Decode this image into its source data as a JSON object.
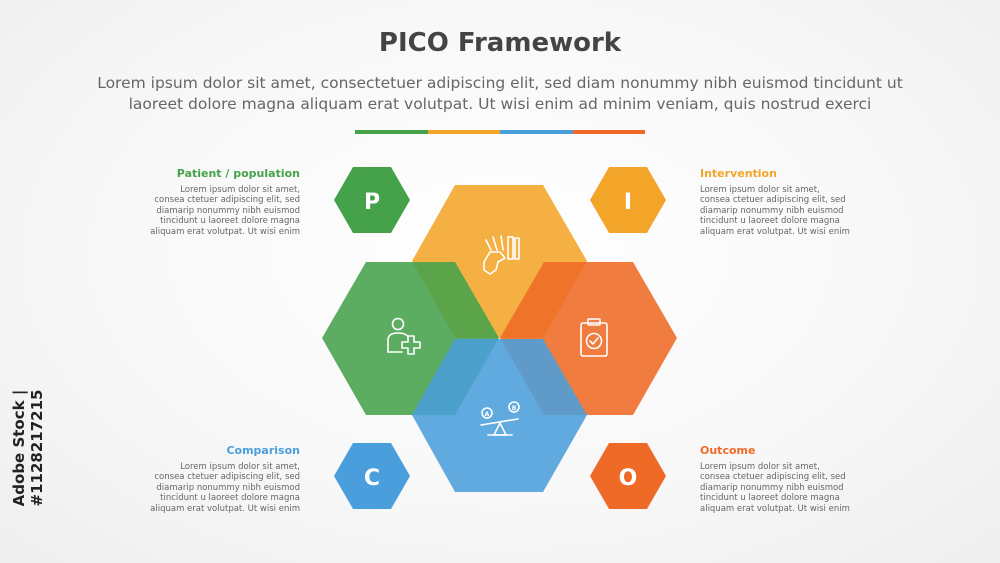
{
  "title": "PICO Framework",
  "subtitle_lines": [
    "Lorem ipsum dolor sit amet, consectetuer adipiscing elit, sed diam nonummy nibh euismod tincidunt ut",
    "laoreet dolore magna aliquam erat volutpat. Ut wisi enim ad minim veniam, quis nostrud exerci"
  ],
  "colors": {
    "green": "#45A24B",
    "yellow": "#F2A529",
    "blue": "#4A9EDB",
    "orange": "#EE6A26"
  },
  "blocks": [
    {
      "key": "P",
      "heading": "Patient / population",
      "color": "#45A24B",
      "body": "Lorem ipsum dolor sit amet, consea ctetuer adipiscing elit, sed diamarip nonummy nibh euismod tincidunt u laoreet dolore magna aliquam erat volutpat. Ut wisi enim"
    },
    {
      "key": "I",
      "heading": "Intervention",
      "color": "#F2A529",
      "body": "Lorem ipsum dolor sit amet, consea ctetuer adipiscing elit, sed diamarip nonummy nibh euismod tincidunt u laoreet dolore magna aliquam erat volutpat. Ut wisi enim"
    },
    {
      "key": "C",
      "heading": "Comparison",
      "color": "#4A9EDB",
      "body": "Lorem ipsum dolor sit amet, consea ctetuer adipiscing elit, sed diamarip nonummy nibh euismod tincidunt u laoreet dolore magna aliquam erat volutpat. Ut wisi enim"
    },
    {
      "key": "O",
      "heading": "Outcome",
      "color": "#EE6A26",
      "body": "Lorem ipsum dolor sit amet, consea ctetuer adipiscing elit, sed diamarip nonummy nibh euismod tincidunt u laoreet dolore magna aliquam erat volutpat. Ut wisi enim"
    }
  ],
  "icons": {
    "yellow": "hand-stop-dominoes-icon",
    "green": "add-user-icon",
    "orange": "clipboard-check-icon",
    "blue": "balance-seesaw-icon"
  },
  "seesaw_labels": [
    "A",
    "B"
  ],
  "side_credit": "Adobe Stock | #1128217215"
}
